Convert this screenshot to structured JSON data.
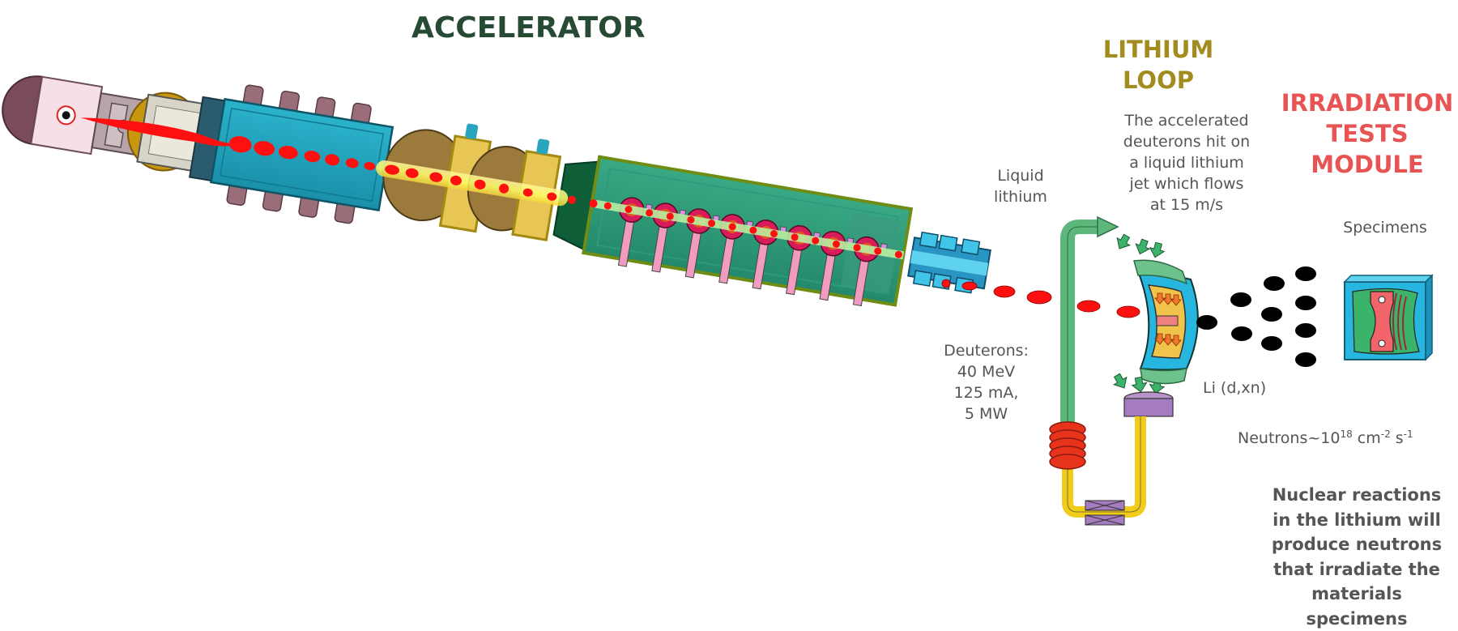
{
  "titles": {
    "accelerator": "ACCELERATOR",
    "lithium_loop": [
      "LITHIUM",
      "LOOP"
    ],
    "irradiation": [
      "IRRADIATION",
      "TESTS",
      "MODULE"
    ]
  },
  "colors": {
    "accelerator_title": "#264a33",
    "lithium_title": "#a28c1e",
    "irradiation_title": "#e85454",
    "body_text": "#555555",
    "beam": "#ff1010",
    "neutron": "#000000"
  },
  "labels": {
    "jet_description": [
      "The accelerated",
      "deuterons hit on",
      "a liquid lithium",
      "jet which flows",
      "at 15 m/s"
    ],
    "liquid_lithium": [
      "Liquid",
      "lithium"
    ],
    "specimens": "Specimens",
    "deuterons": [
      "Deuterons:",
      "40 MeV",
      "125 mA,",
      "5 MW"
    ],
    "reaction": "Li (d,xn)",
    "neutron_flux": {
      "prefix": "Neutrons~10",
      "exp1": "18",
      "unit1": " cm",
      "exp2": "-2",
      "unit2": " s",
      "exp3": "-1"
    },
    "summary": [
      "Nuclear reactions",
      "in the lithium will",
      "produce neutrons",
      "that irradiate the",
      "materials",
      "specimens"
    ]
  },
  "components": {
    "beam_stages": [
      "ion-source",
      "rfq",
      "matching-section",
      "srf-linac",
      "hebt",
      "lithium-target",
      "test-module"
    ]
  }
}
